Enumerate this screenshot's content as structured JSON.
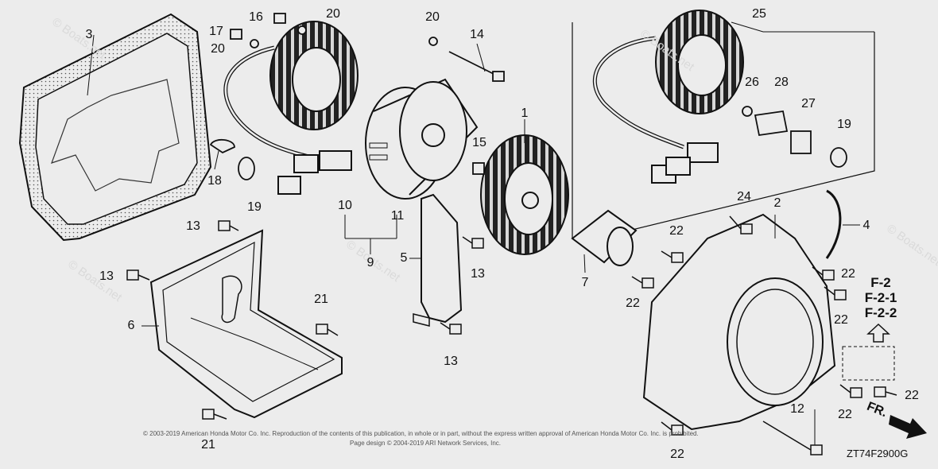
{
  "diagram": {
    "part_numbers": [
      "1",
      "2",
      "3",
      "4",
      "5",
      "6",
      "7",
      "9",
      "10",
      "11",
      "12",
      "13",
      "13",
      "13",
      "13",
      "14",
      "15",
      "16",
      "17",
      "18",
      "19",
      "19",
      "20",
      "20",
      "20",
      "21",
      "21",
      "22",
      "22",
      "22",
      "22",
      "22",
      "22",
      "22",
      "24",
      "25",
      "26",
      "27",
      "28"
    ],
    "reference_labels": [
      "F-2",
      "F-2-1",
      "F-2-2"
    ],
    "direction_label": "FR.",
    "copyright_line_1": "© 2003-2019 American Honda Motor Co. Inc. Reproduction of the contents of this publication, in whole or in part, without the express written approval of American Honda Motor Co. Inc. is prohibited.",
    "copyright_line_2": "Page design © 2004-2019 ARI Network Services, Inc.",
    "diagram_code": "ZT74F2900G",
    "watermark": "© Boats.net"
  }
}
